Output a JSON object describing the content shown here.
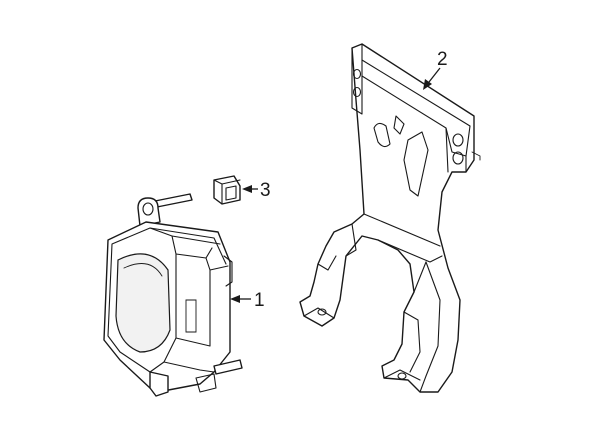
{
  "callouts": [
    {
      "number": "1",
      "part": "sensor"
    },
    {
      "number": "2",
      "part": "bracket"
    },
    {
      "number": "3",
      "part": "clip-nut"
    }
  ],
  "colors": {
    "line": "#1a1a1a",
    "background": "#ffffff"
  }
}
